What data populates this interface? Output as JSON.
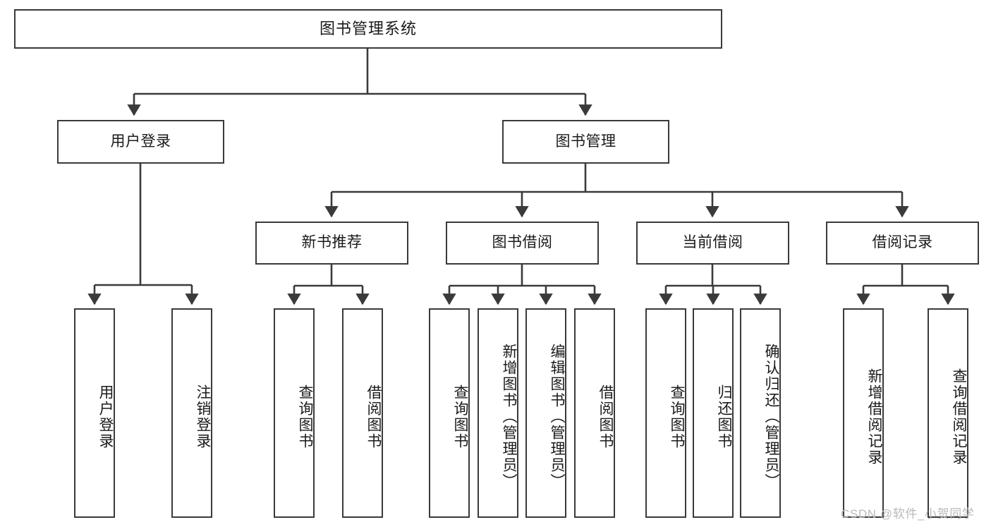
{
  "diagram": {
    "type": "tree",
    "title": "图书管理系统",
    "root": {
      "id": "root",
      "label": "图书管理系统"
    },
    "level2": [
      {
        "id": "user-login",
        "label": "用户登录"
      },
      {
        "id": "book-manage",
        "label": "图书管理"
      }
    ],
    "level3": [
      {
        "id": "new-book-rec",
        "label": "新书推荐",
        "parent": "book-manage"
      },
      {
        "id": "book-borrow",
        "label": "图书借阅",
        "parent": "book-manage"
      },
      {
        "id": "current-borrow",
        "label": "当前借阅",
        "parent": "book-manage"
      },
      {
        "id": "borrow-record",
        "label": "借阅记录",
        "parent": "book-manage"
      }
    ],
    "leaves": {
      "user_login": [
        {
          "id": "leaf-user-login",
          "label": "用户登录"
        },
        {
          "id": "leaf-user-logout",
          "label": "注销登录"
        }
      ],
      "new_book_rec": [
        {
          "id": "leaf-query-book-1",
          "label": "查询图书"
        },
        {
          "id": "leaf-borrow-book-1",
          "label": "借阅图书"
        }
      ],
      "book_borrow": [
        {
          "id": "leaf-query-book-2",
          "label": "查询图书"
        },
        {
          "id": "leaf-add-book",
          "label": "新增图书（管理员）"
        },
        {
          "id": "leaf-edit-book",
          "label": "编辑图书（管理员）"
        },
        {
          "id": "leaf-borrow-book-2",
          "label": "借阅图书"
        }
      ],
      "current_borrow": [
        {
          "id": "leaf-query-book-3",
          "label": "查询图书"
        },
        {
          "id": "leaf-return-book",
          "label": "归还图书"
        },
        {
          "id": "leaf-confirm-return",
          "label": "确认归还（管理员）"
        }
      ],
      "borrow_record": [
        {
          "id": "leaf-add-record",
          "label": "新增借阅记录"
        },
        {
          "id": "leaf-query-record",
          "label": "查询借阅记录"
        }
      ]
    }
  },
  "watermark": {
    "text": "CSDN @软件_小贺同学"
  },
  "colors": {
    "stroke": "#3a3a3a",
    "fill": "#ffffff",
    "text": "#1a1a1a",
    "watermark": "#b9b9b9"
  }
}
